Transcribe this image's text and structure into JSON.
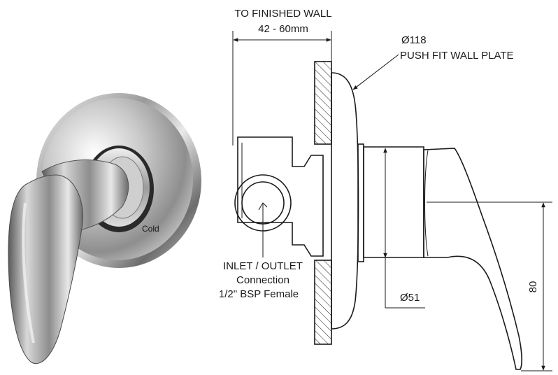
{
  "product_photo": {
    "handle_label": "Cold"
  },
  "drawing": {
    "wall_depth_title": "TO FINISHED WALL",
    "wall_depth_range": "42 - 60mm",
    "plate_diameter": "Ø118",
    "plate_description": "PUSH FIT WALL PLATE",
    "inlet_line1": "INLET / OUTLET",
    "inlet_line2": "Connection",
    "inlet_line3": "1/2\" BSP Female",
    "body_diameter": "Ø51",
    "height_dimension": "80"
  }
}
